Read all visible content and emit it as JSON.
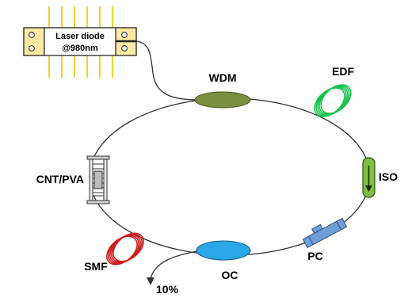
{
  "labels": {
    "laser_line1": "Laser diode",
    "laser_line2": "@980nm",
    "wdm": "WDM",
    "edf": "EDF",
    "iso": "ISO",
    "pc": "PC",
    "oc": "OC",
    "smf": "SMF",
    "cnt_pva": "CNT/PVA",
    "output_ratio": "10%"
  },
  "colors": {
    "laser_body": "#fde9a2",
    "laser_pins": "#f2c200",
    "wdm": "#7a8f3f",
    "edf": "#12c24a",
    "iso": "#7fbf3f",
    "pc": "#6d9fd6",
    "oc": "#2aa7e6",
    "smf": "#cc1a1a",
    "fiber": "#333333"
  }
}
